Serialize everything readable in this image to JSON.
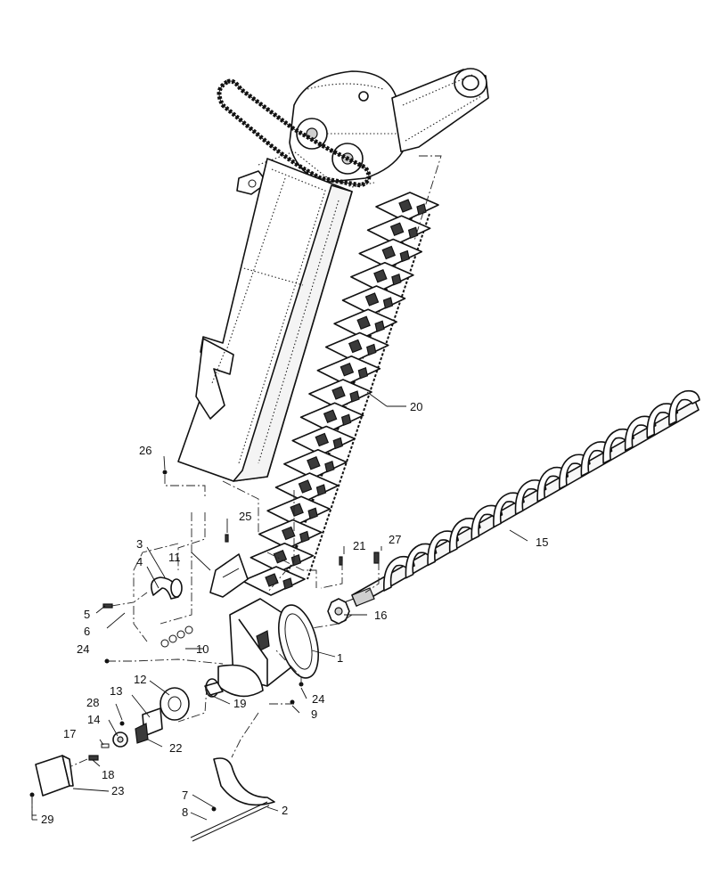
{
  "callouts": {
    "c1": "1",
    "c2": "2",
    "c3": "3",
    "c4": "4",
    "c5": "5",
    "c6": "6",
    "c7": "7",
    "c8": "8",
    "c9": "9",
    "c10": "10",
    "c11": "11",
    "c12": "12",
    "c13": "13",
    "c14": "14",
    "c15": "15",
    "c16": "16",
    "c17": "17",
    "c18": "18",
    "c19": "19",
    "c20": "20",
    "c21": "21",
    "c22": "22",
    "c23": "23",
    "c24a": "24",
    "c24b": "24",
    "c25": "25",
    "c26": "26",
    "c27": "27",
    "c28": "28",
    "c29": "29"
  }
}
